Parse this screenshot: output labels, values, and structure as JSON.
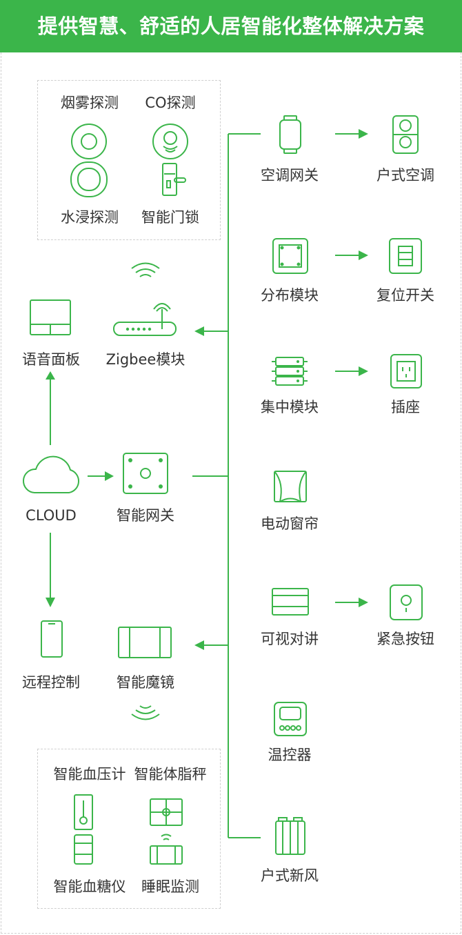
{
  "header": {
    "title": "提供智慧、舒适的人居智能化整体解决方案"
  },
  "theme": {
    "accent": "#3bb54a",
    "header_bg": "#3bb54a",
    "text": "#333333",
    "dashed": "#cfcfcf"
  },
  "sensors_top": {
    "smoke": "烟雾探测",
    "co": "CO探测",
    "water": "水浸探测",
    "lock": "智能门锁"
  },
  "left": {
    "voice_panel": "语音面板",
    "zigbee": "Zigbee模块",
    "cloud": "CLOUD",
    "gateway": "智能网关",
    "remote": "远程控制",
    "mirror": "智能魔镜"
  },
  "health_bottom": {
    "blood_pressure": "智能血压计",
    "body_fat": "智能体脂秤",
    "blood_sugar": "智能血糖仪",
    "sleep": "睡眠监测"
  },
  "right": {
    "ac_gateway": "空调网关",
    "household_ac": "户式空调",
    "distributed_module": "分布模块",
    "reset_switch": "复位开关",
    "central_module": "集中模块",
    "socket": "插座",
    "curtain": "电动窗帘",
    "video_intercom": "可视对讲",
    "emergency_button": "紧急按钮",
    "thermostat": "温控器",
    "fresh_air": "户式新风"
  },
  "icons": [
    "smoke-detector-icon",
    "co-detector-icon",
    "water-sensor-icon",
    "smart-lock-icon",
    "wifi-icon",
    "voice-panel-icon",
    "router-icon",
    "cloud-icon",
    "gateway-icon",
    "phone-icon",
    "mirror-icon",
    "thermometer-icon",
    "scale-icon",
    "glucose-meter-icon",
    "sleep-monitor-icon",
    "ac-gateway-icon",
    "household-ac-icon",
    "distributed-module-icon",
    "reset-switch-icon",
    "central-module-icon",
    "socket-icon",
    "curtain-icon",
    "intercom-icon",
    "emergency-button-icon",
    "thermostat-icon",
    "fresh-air-icon"
  ]
}
